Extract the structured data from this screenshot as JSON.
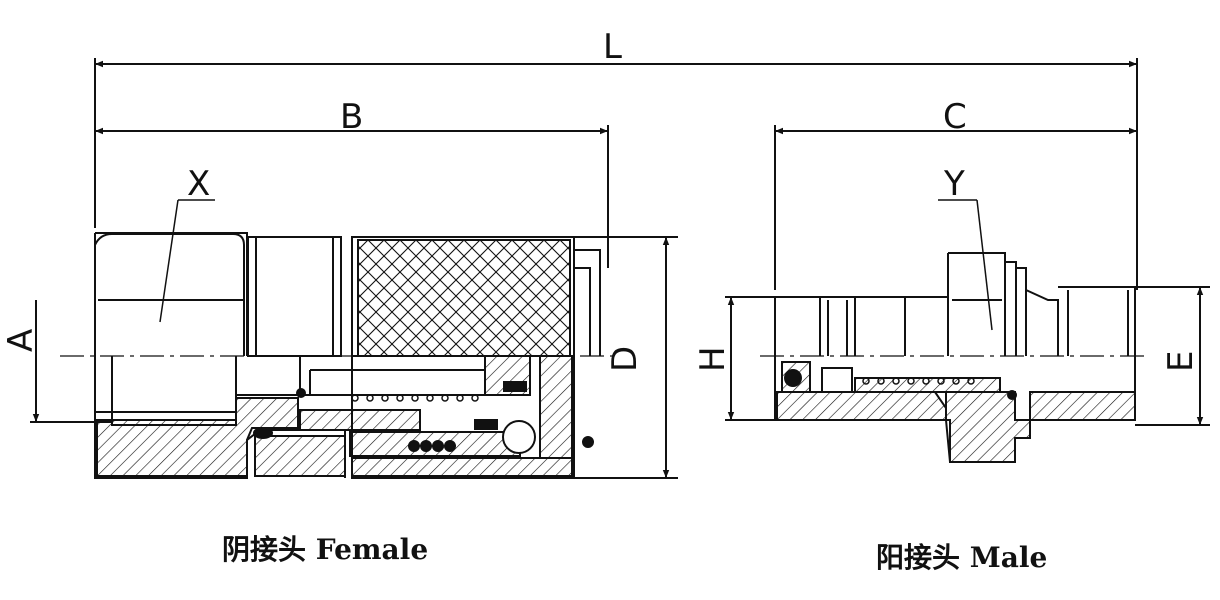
{
  "dimensions": {
    "L": "L",
    "B": "B",
    "C": "C",
    "D": "D",
    "A": "A",
    "H": "H",
    "E": "E",
    "X": "X",
    "Y": "Y"
  },
  "captions": {
    "female": "阴接头 Female",
    "male": "阳接头 Male"
  },
  "colors": {
    "line": "#111111",
    "background": "#ffffff"
  }
}
